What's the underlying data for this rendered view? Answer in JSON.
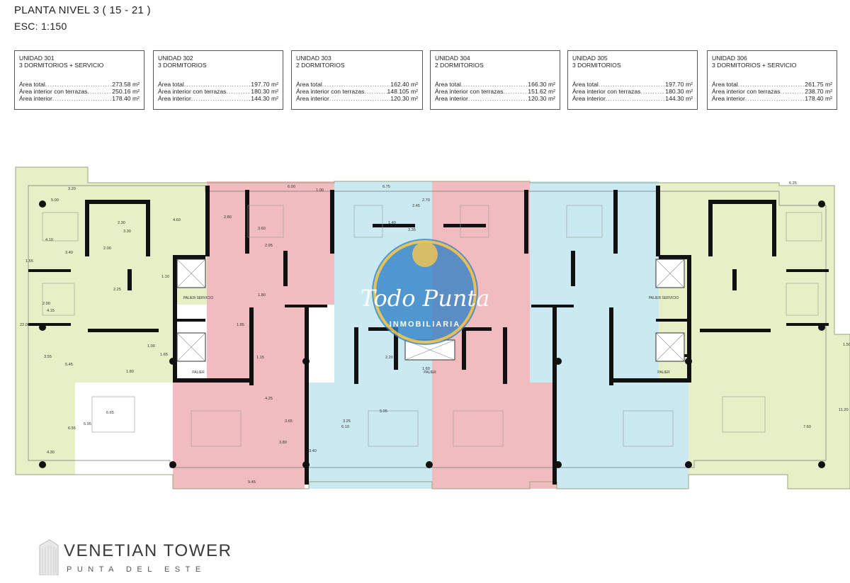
{
  "header": {
    "title": "PLANTA NIVEL 3 ( 15 - 21 )",
    "scale": "ESC:  1:150"
  },
  "units": [
    {
      "name": "UNIDAD 301",
      "type": "3 DORMITORIOS + SERVICIO",
      "rows": [
        {
          "label": "Área total",
          "value": "273.58 m²"
        },
        {
          "label": "Área interior con terrazas",
          "value": "250.16 m²"
        },
        {
          "label": "Área interior",
          "value": "178.40 m²"
        }
      ]
    },
    {
      "name": "UNIDAD 302",
      "type": "3 DORMITORIOS",
      "rows": [
        {
          "label": "Área total",
          "value": "197.70 m²"
        },
        {
          "label": "Área interior con terrazas",
          "value": "180.30 m²"
        },
        {
          "label": "Área interior",
          "value": "144.30 m²"
        }
      ]
    },
    {
      "name": "UNIDAD 303",
      "type": "2 DORMITORIOS",
      "rows": [
        {
          "label": "Área total",
          "value": "162.40 m²"
        },
        {
          "label": "Área interior con terrazas",
          "value": "148.105 m²"
        },
        {
          "label": "Área interior",
          "value": "120.30 m²"
        }
      ]
    },
    {
      "name": "UNIDAD 304",
      "type": "2 DORMITORIOS",
      "rows": [
        {
          "label": "Área total",
          "value": "166.30 m²"
        },
        {
          "label": "Área interior con terrazas",
          "value": "151.62 m²"
        },
        {
          "label": "Área interior",
          "value": "120.30 m²"
        }
      ]
    },
    {
      "name": "UNIDAD 305",
      "type": "3 DORMITORIOS",
      "rows": [
        {
          "label": "Área total",
          "value": "197.70 m²"
        },
        {
          "label": "Área interior con terrazas",
          "value": "180.30 m²"
        },
        {
          "label": "Área interior",
          "value": "144.30 m²"
        }
      ]
    },
    {
      "name": "UNIDAD 306",
      "type": "3 DORMITORIOS + SERVICIO",
      "rows": [
        {
          "label": "Área total",
          "value": "261.75 m²"
        },
        {
          "label": "Área interior con terrazas",
          "value": "238.70 m²"
        },
        {
          "label": "Área interior",
          "value": "178.40 m²"
        }
      ]
    }
  ],
  "plan": {
    "colors": {
      "green": "#e6efc5",
      "pink": "#f1bcc0",
      "blue": "#cbe9f1",
      "wall": "#111111",
      "terrace_edge": "#bfc9a8"
    },
    "dimensions": [
      "3.20",
      "5.00",
      "1.55",
      "4.10",
      "3.40",
      "2.30",
      "3.30",
      "2.00",
      "1.10",
      "2.25",
      "4.15",
      "2.90",
      "22.00",
      "3.55",
      "5.45",
      "1.80",
      "1.00",
      "1.65",
      "6.65",
      "5.95",
      "6.55",
      "4.30",
      "6.00",
      "1.00",
      "2.80",
      "3.60",
      "2.95",
      "1.80",
      "1.85",
      "1.15",
      "4.25",
      "3.65",
      "3.80",
      "9.45",
      "6.75",
      "2.70",
      "2.45",
      "1.40",
      "3.35",
      "5.05",
      "3.25",
      "6.10",
      "3.40",
      "2.20",
      "1.60",
      "4.60",
      "6.25",
      "11.20",
      "7.60",
      "1.50"
    ],
    "labels": [
      "PALIER SERVICIO",
      "PALIER"
    ],
    "watermark": {
      "script": "Todo Punta",
      "word": "INMOBILIARIA"
    }
  },
  "brand": {
    "name": "VENETIAN TOWER",
    "location": "PUNTA DEL ESTE"
  }
}
